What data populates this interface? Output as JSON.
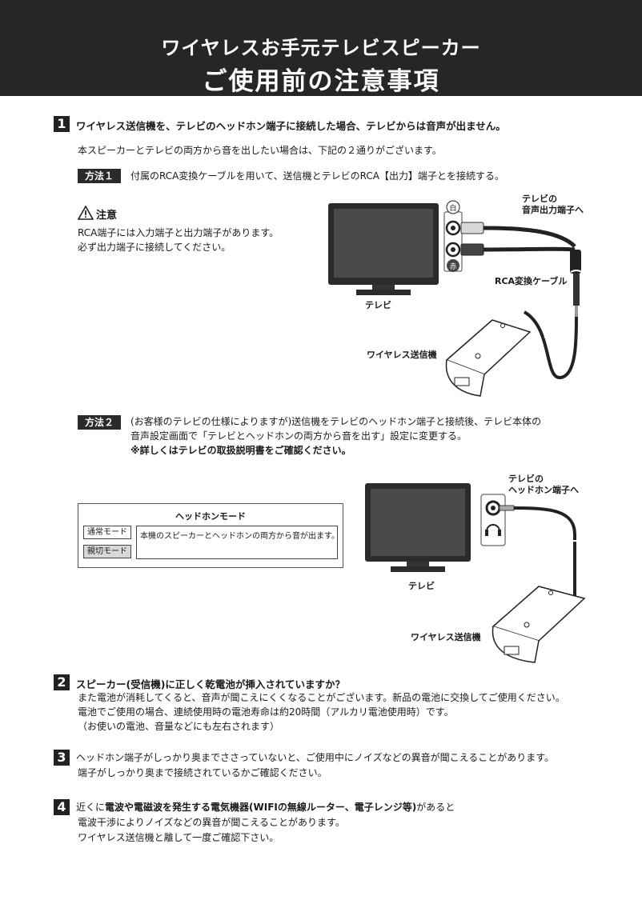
{
  "header": {
    "line1": "ワイヤレスお手元テレビスピーカー",
    "line2": "ご使用前の注意事項"
  },
  "section1": {
    "number": "1",
    "heading": "ワイヤレス送信機を、テレビのヘッドホン端子に接続した場合、テレビからは音声が出ません。",
    "intro": "本スピーカーとテレビの両方から音を出したい場合は、下記の２通りがございます。",
    "method1": {
      "badge": "方法１",
      "text": "付属のRCA変換ケーブルを用いて、送信機とテレビのRCA【出力】端子とを接続する。"
    },
    "caution": {
      "title": "注意",
      "line1": "RCA端子には入力端子と出力端子があります。",
      "line2": "必ず出力端子に接続してください。"
    },
    "diagram1": {
      "tv_out_label_1": "テレビの",
      "tv_out_label_2": "音声出力端子へ",
      "white_marker": "白",
      "red_marker": "赤",
      "cable_label": "RCA変換ケーブル",
      "tv_label": "テレビ",
      "transmitter_label": "ワイヤレス送信機"
    },
    "method2": {
      "badge": "方法２",
      "line1": "(お客様のテレビの仕様によりますが)送信機をテレビのヘッドホン端子と接続後、テレビ本体の",
      "line2": "音声設定画面で「テレビとヘッドホンの両方から音を出す」設定に変更する。",
      "line3": "※詳しくはテレビの取扱説明書をご確認ください。"
    },
    "headphone_mode": {
      "title": "ヘッドホンモード",
      "normal_mode": "通常モード",
      "off_mode": "親切モード",
      "description": "本機のスピーカーとヘッドホンの両方から音が出ます。"
    },
    "diagram2": {
      "tv_hp_label_1": "テレビの",
      "tv_hp_label_2": "ヘッドホン端子へ",
      "tv_label": "テレビ",
      "transmitter_label": "ワイヤレス送信機"
    }
  },
  "section2": {
    "number": "2",
    "heading": "スピーカー(受信機)に正しく乾電池が挿入されていますか？",
    "line1": "また電池が消耗してくると、音声が聞こえにくくなることがございます。新品の電池に交換してご使用ください。",
    "line2": "電池でご使用の場合、連続使用時の電池寿命は約20時間（アルカリ電池使用時）です。",
    "line3": "（お使いの電池、音量などにも左右されます）"
  },
  "section3": {
    "number": "3",
    "line1": "ヘッドホン端子がしっかり奥までささっていないと、ご使用中にノイズなどの異音が聞こえることがあります。",
    "line2": "端子がしっかり奥まで接続されているかご確認ください。"
  },
  "section4": {
    "number": "4",
    "line1_pre": "近くに",
    "line1_bold": "電波や電磁波を発生する電気機器(WIFIの無線ルーター、電子レンジ等)",
    "line1_post": "があると",
    "line2": "電波干渉によりノイズなどの異音が聞こえることがあります。",
    "line3": "ワイヤレス送信機と離して一度ご確認下さい。"
  }
}
